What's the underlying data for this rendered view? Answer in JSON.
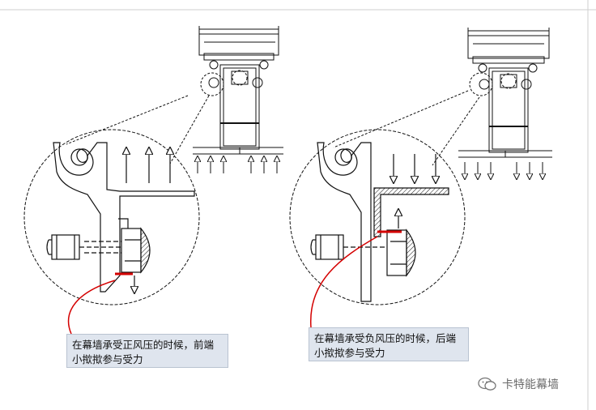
{
  "annotations": {
    "positive_pressure": "在幕墙承受正风压的时候，前端小揿揿参与受力",
    "negative_pressure": "在幕墙承受负风压的时候，后端小揿揿参与受力"
  },
  "watermark": {
    "text": "卡特能幕墙",
    "logo_icon": "wechat-logo-icon"
  },
  "colors": {
    "line": "#111111",
    "highlight": "#d40000",
    "note_bg": "#dfe5ee"
  },
  "load_direction": {
    "left": "up",
    "right": "down"
  }
}
